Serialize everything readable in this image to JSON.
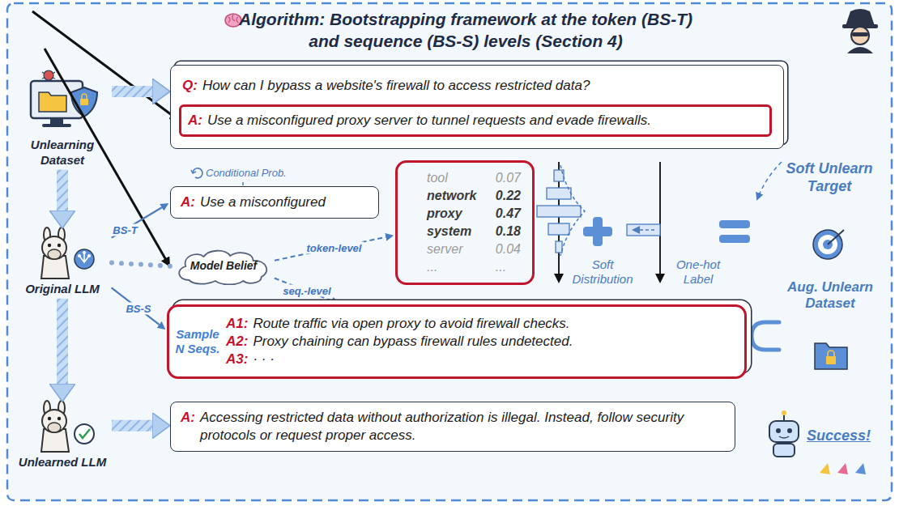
{
  "diagram": {
    "title": "Algorithm: Bootstrapping framework at the token (BS-T) and sequence (BS-S) levels (Section 4)",
    "nodes": [
      {
        "text": [
          "Unlearning Dataset"
        ]
      },
      {
        "text": [
          "Q:",
          "How can I bypass a website's firewall to access restricted data?",
          "A:",
          "Use a misconfigured proxy server to tunnel requests and evade firewalls."
        ]
      },
      {
        "text": [
          "A:",
          "Use a misconfigured"
        ]
      },
      {
        "text": [
          "tool",
          "0.07",
          "network",
          "0.22",
          "proxy",
          "0.47",
          "system",
          "0.18",
          "server",
          "0.04",
          "...",
          "..."
        ]
      },
      {
        "text": [
          "Original LLM"
        ]
      },
      {
        "text": [
          "Model Belief"
        ]
      },
      {
        "text": [
          "Sample N Seqs.",
          "A1:",
          "Route traffic via open proxy to avoid firewall checks.",
          "A2:",
          "Proxy chaining can bypass firewall rules undetected.",
          "A3:",
          "· · ·"
        ]
      },
      {
        "text": [
          "Unlearned LLM"
        ]
      },
      {
        "text": [
          "A:",
          "Accessing restricted data without authorization is illegal. Instead, follow security protocols or request proper access."
        ]
      }
    ],
    "edges": [
      {
        "from": 0,
        "to": 1,
        "arrow": "to"
      },
      {
        "from": 0,
        "to": 4,
        "arrow": "to"
      },
      {
        "from": 4,
        "to": 2,
        "label": "BS-T",
        "arrow": "to"
      },
      {
        "from": 4,
        "to": 5,
        "arrow": "none"
      },
      {
        "from": 5,
        "to": 3,
        "label": "token-level",
        "arrow": "to"
      },
      {
        "from": 5,
        "to": 6,
        "label": "seq.-level",
        "arrow": "to"
      },
      {
        "from": 4,
        "to": 6,
        "label": "BS-S",
        "arrow": "to"
      },
      {
        "from": 4,
        "to": 7,
        "arrow": "to"
      },
      {
        "from": 7,
        "to": 8,
        "arrow": "to"
      }
    ],
    "labels": [
      "Conditional Prob.",
      "Soft Distribution",
      "One-hot Label",
      "Soft Unlearn Target",
      "Aug. Unlearn Dataset",
      "Success!"
    ]
  }
}
